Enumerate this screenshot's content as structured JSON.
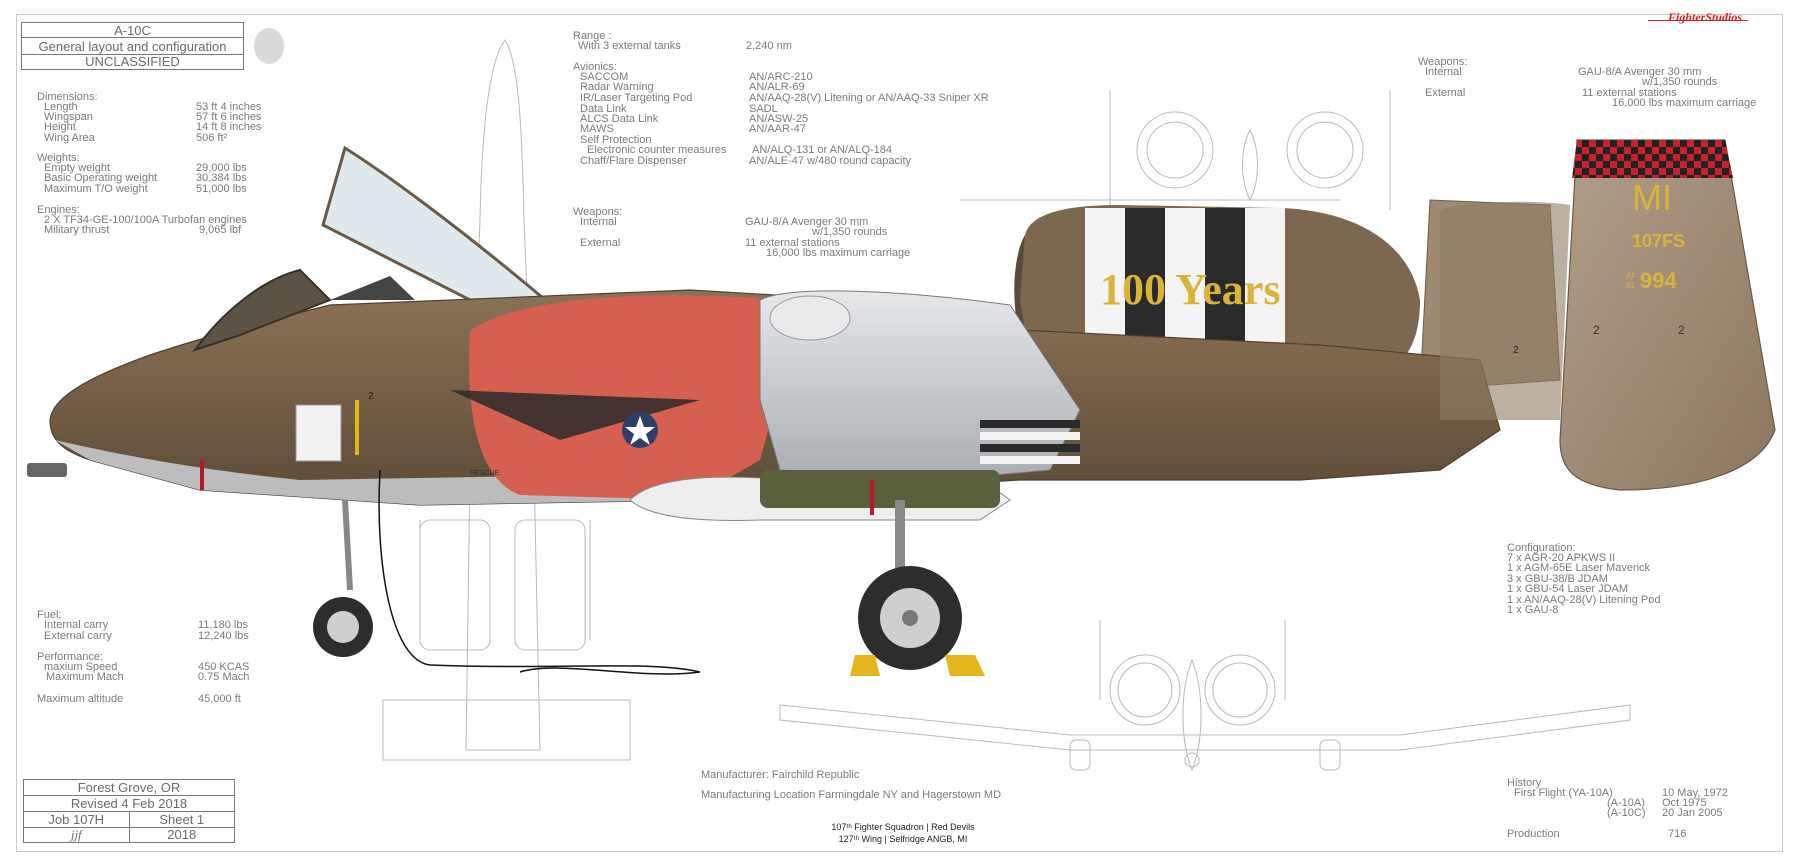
{
  "title_block": {
    "model": "A-10C",
    "subtitle": "General layout and configuration",
    "classification": "UNCLASSIFIED"
  },
  "dimensions": {
    "heading": "Dimensions:",
    "rows": [
      {
        "label": "Length",
        "value": "53 ft 4 inches"
      },
      {
        "label": "Wingspan",
        "value": "57 ft 6 inches"
      },
      {
        "label": "Height",
        "value": "14 ft 8 inches"
      },
      {
        "label": "Wing Area",
        "value": "506 ft²"
      }
    ]
  },
  "weights": {
    "heading": "Weights:",
    "rows": [
      {
        "label": "Empty weight",
        "value": "29,000 lbs"
      },
      {
        "label": "Basic Operating weight",
        "value": "30,384 lbs"
      },
      {
        "label": "Maximum T/O weight",
        "value": "51,000 lbs"
      }
    ]
  },
  "engines": {
    "heading": "Engines:",
    "type": "2 X TF34-GE-100/100A Turbofan engines",
    "thrust_label": "Military thrust",
    "thrust_value": "9,065 lbf"
  },
  "fuel": {
    "heading": "Fuel:",
    "rows": [
      {
        "label": "Internal carry",
        "value": "11,180 lbs"
      },
      {
        "label": "External carry",
        "value": "12,240 lbs"
      }
    ]
  },
  "performance": {
    "heading": "Performance:",
    "rows": [
      {
        "label": "maxium Speed",
        "value": "450 KCAS"
      },
      {
        "label": "Maximum Mach",
        "value": "0.75 Mach"
      }
    ],
    "altitude_label": "Maximum altitude",
    "altitude_value": "45,000 ft"
  },
  "range": {
    "heading": "Range :",
    "label": "With 3 external tanks",
    "value": "2,240 nm"
  },
  "avionics": {
    "heading": "Avionics:",
    "rows": [
      {
        "label": "SACCOM",
        "value": "AN/ARC-210"
      },
      {
        "label": "Radar Warning",
        "value": "AN/ALR-69"
      },
      {
        "label": "IR/Laser Targeting Pod",
        "value": "AN/AAQ-28(V) Litening or AN/AAQ-33 Sniper XR"
      },
      {
        "label": "Data Link",
        "value": "SADL"
      },
      {
        "label": "ALCS Data Link",
        "value": "AN/ASW-25"
      },
      {
        "label": "MAWS",
        "value": "AN/AAR-47"
      },
      {
        "label": "Self Protection",
        "value": ""
      },
      {
        "label": "Electronic counter measures",
        "value": "AN/ALQ-131 or AN/ALQ-184"
      },
      {
        "label": "Chaff/Flare Dispenser",
        "value": "AN/ALE-47 w/480 round capacity"
      }
    ]
  },
  "weapons_center": {
    "heading": "Weapons:",
    "internal_label": "Internal",
    "internal_value": "GAU-8/A Avenger 30 mm",
    "internal_rounds": "w/1,350 rounds",
    "external_label": "External",
    "external_value": "11 external stations",
    "external_capacity": "16,000 lbs maximum carriage"
  },
  "weapons_right": {
    "heading": "Weapons:",
    "internal_label": "Internal",
    "internal_value": "GAU-8/A Avenger 30 mm",
    "internal_rounds": "w/1,350 rounds",
    "external_label": "External",
    "external_value": "11 external stations",
    "external_capacity": "16,000 lbs maximum carriage"
  },
  "configuration": {
    "heading": "Configuration:",
    "items": [
      "7 x AGR-20 APKWS II",
      "1 x AGM-65E Laser Maverick",
      "3 x GBU-38/B JDAM",
      "1 x GBU-54 Laser JDAM",
      "1 x AN/AAQ-28(V) Litening Pod",
      "1 x GAU-8"
    ]
  },
  "manufacturer": {
    "line1": "Manufacturer: Fairchild Republic",
    "line2": "Manufacturing Location Farmingdale NY and Hagerstown MD"
  },
  "unit_note": {
    "line1": "107ᵗʰ Fighter Squadron | Red Devils",
    "line2": "127ᵗʰ Wing | Selfridge ANGB, MI"
  },
  "history": {
    "heading": "History",
    "first_flight_label": "First Flight (YA-10A)",
    "variant_a": "(A-10A)",
    "variant_c": "(A-10C)",
    "date_ya": "10 May, 1972",
    "date_a": "Oct 1975",
    "date_c": "20 Jan 2005",
    "production_label": "Production",
    "production_value": "716"
  },
  "drawing_block": {
    "location": "Forest Grove, OR",
    "revised": "Revised 4 Feb 2018",
    "job": "Job 107H",
    "sheet": "Sheet 1",
    "initials": "jjf",
    "year": "2018"
  },
  "brand": "FighterStudios",
  "aircraft_markings": {
    "tail_code": "MI",
    "squadron": "107FS",
    "serial_prefix": "AF 81",
    "serial": "994",
    "engine_text": "100 Years",
    "rescue": "RESCUE",
    "fin_number": "2"
  },
  "colors": {
    "camo_brown": "#7a6248",
    "camo_light": "#a89274",
    "devil_red": "#d6604f",
    "grey_panel": "#c9ccd0",
    "tail_gold": "#d8b53a",
    "checker_red": "#c8202c",
    "brand_red": "#e21b1b"
  }
}
